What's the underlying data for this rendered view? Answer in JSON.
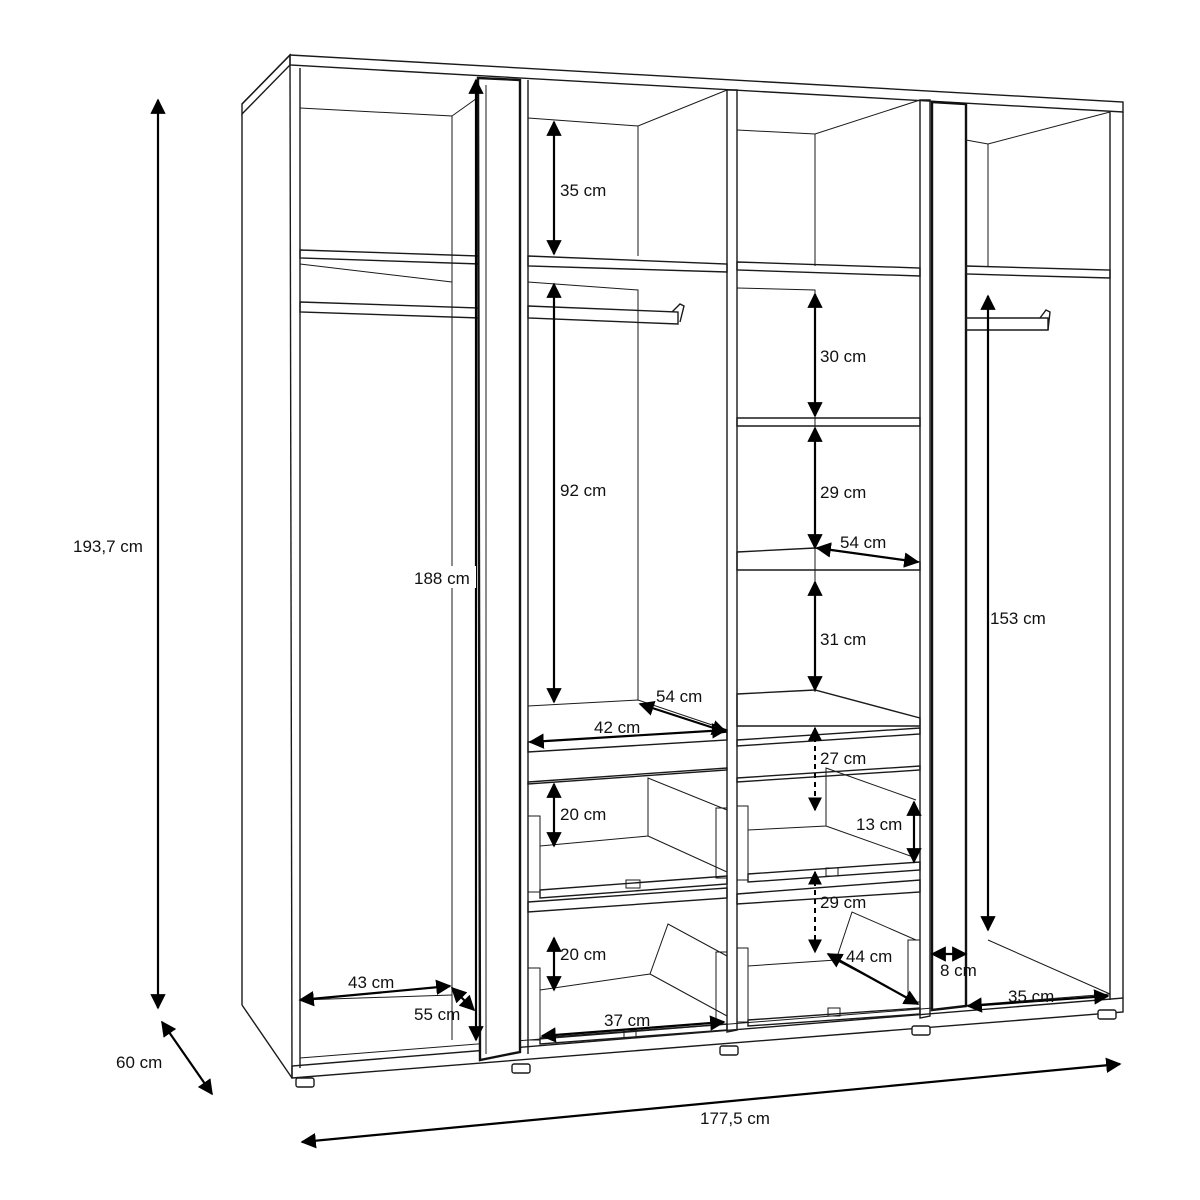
{
  "dimensions": {
    "total_height": "193,7 cm",
    "depth": "60 cm",
    "total_width": "177,5 cm",
    "door_height": "188 cm",
    "left_compartment_width": "43 cm",
    "left_compartment_depth": "55 cm",
    "top_shelf_space": "35 cm",
    "hanging_space": "92 cm",
    "shelf_depth_center": "54 cm",
    "shelf_width_center": "42 cm",
    "drawer_height_upper_left": "20 cm",
    "drawer_height_lower_left": "20 cm",
    "drawer_width": "37 cm",
    "shelf_space_1": "30 cm",
    "shelf_space_2": "29 cm",
    "shelf_depth_right": "54 cm",
    "shelf_space_3": "31 cm",
    "drawer_gap_upper": "27 cm",
    "drawer_height_upper_right": "13 cm",
    "drawer_gap_lower": "29 cm",
    "drawer_depth": "44 cm",
    "right_hanging_space": "153 cm",
    "panel_thickness": "8 cm",
    "right_compartment_depth": "35 cm"
  }
}
